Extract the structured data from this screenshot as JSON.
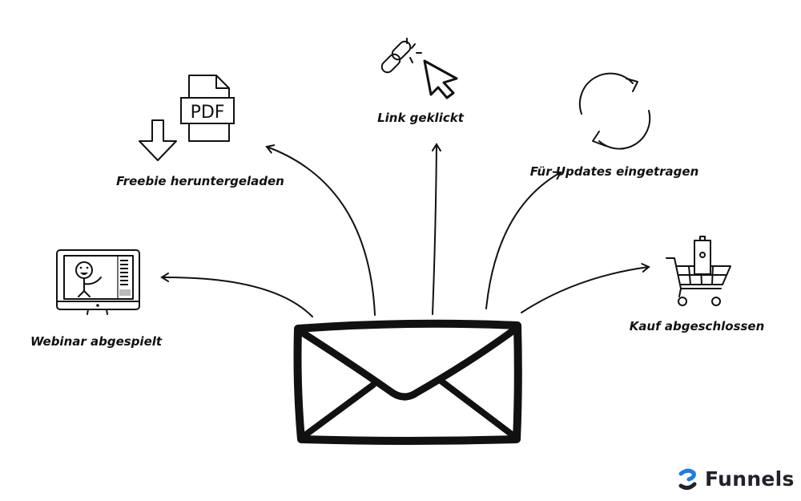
{
  "labels": {
    "freebie": "Freebie heruntergeladen",
    "link": "Link geklickt",
    "updates": "Für Updates eingetragen",
    "webinar": "Webinar abgespielt",
    "purchase": "Kauf abgeschlossen"
  },
  "pdf_icon_text": "PDF",
  "logo": {
    "text": "Funnels",
    "accent_color": "#1e7be8"
  }
}
